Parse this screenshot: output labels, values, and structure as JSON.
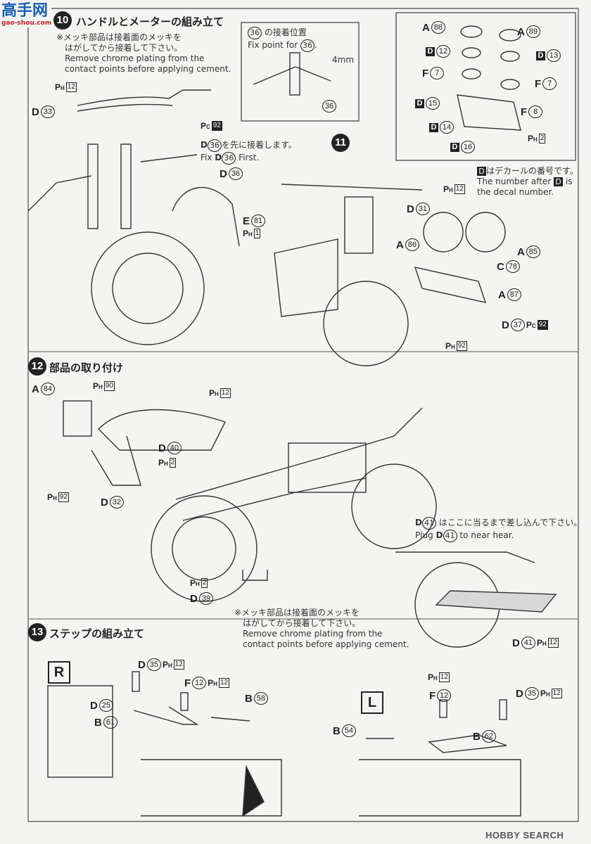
{
  "watermark": {
    "brand": "高手网",
    "url": "gao-shou.com"
  },
  "step10": {
    "title": "ハンドルとメーターの組み立て",
    "note_jp_1": "※メッキ部品は接着面のメッキを",
    "note_jp_2": "はがしてから接着して下さい。",
    "note_en_1": "Remove chrome plating from the",
    "note_en_2": "contact points before applying cement.",
    "inset_title": "の接着位置",
    "inset_num": "36",
    "inset_en": "Fix point for",
    "inset_dim": "4mm",
    "inset_part": "36",
    "fix_jp": "を先に接着します。",
    "fix_en_pre": "Fix",
    "fix_en_post": "First.",
    "fix_part": "D",
    "fix_num": "36"
  },
  "step11": {
    "number": "11",
    "decal_note_jp": "はデカールの番号です。",
    "decal_note_en_1": "The number after",
    "decal_note_en_2": "is",
    "decal_note_en_3": "the decal number.",
    "decal_letter": "D"
  },
  "step12": {
    "number": "12",
    "title": "部品の取り付け",
    "plug_jp": "はここに当るまで差し込んで下さい。",
    "plug_en_pre": "Plug",
    "plug_en_post": "to near hear.",
    "plug_part": "D",
    "plug_num": "41",
    "note_jp_1": "※メッキ部品は接着面のメッキを",
    "note_jp_2": "はがしてから接着して下さい。",
    "note_en_1": "Remove chrome plating from the",
    "note_en_2": "contact points before applying cement."
  },
  "step13": {
    "number": "13",
    "title": "ステップの組み立て",
    "right_label": "R",
    "left_label": "L"
  },
  "labels": [
    {
      "ph": "H",
      "box": "12"
    },
    {
      "part": "D",
      "num": "33"
    },
    {
      "ph": "C",
      "box": "92",
      "dark": true
    },
    {
      "part": "D",
      "num": "36"
    },
    {
      "part": "E",
      "num": "81"
    },
    {
      "ph": "H",
      "box": "1"
    },
    {
      "part": "A",
      "num": "88"
    },
    {
      "part": "A",
      "num": "89"
    },
    {
      "part": "D",
      "num": "12",
      "decal": true
    },
    {
      "part": "D",
      "num": "13",
      "decal": true
    },
    {
      "part": "F",
      "num": "7"
    },
    {
      "part": "F",
      "num": "7"
    },
    {
      "part": "D",
      "num": "15",
      "decal": true
    },
    {
      "part": "F",
      "num": "8"
    },
    {
      "part": "D",
      "num": "14",
      "decal": true
    },
    {
      "ph": "H",
      "box": "2"
    },
    {
      "part": "D",
      "num": "16",
      "decal": true
    },
    {
      "ph": "H",
      "box": "12"
    },
    {
      "part": "D",
      "num": "31"
    },
    {
      "part": "A",
      "num": "86"
    },
    {
      "part": "A",
      "num": "85"
    },
    {
      "part": "C",
      "num": "78"
    },
    {
      "part": "A",
      "num": "87"
    },
    {
      "part": "D",
      "num": "37",
      "ph": "C",
      "box": "92",
      "dark": true
    },
    {
      "ph": "H",
      "box": "92"
    },
    {
      "part": "A",
      "num": "84"
    },
    {
      "ph": "H",
      "box": "90"
    },
    {
      "ph": "H",
      "box": "12"
    },
    {
      "part": "D",
      "num": "40"
    },
    {
      "ph": "H",
      "box": "2"
    },
    {
      "ph": "H",
      "box": "92"
    },
    {
      "part": "D",
      "num": "32"
    },
    {
      "ph": "H",
      "box": "2"
    },
    {
      "part": "D",
      "num": "39"
    },
    {
      "part": "D",
      "num": "41",
      "ph": "H",
      "box": "12"
    },
    {
      "part": "D",
      "num": "35",
      "ph": "H",
      "box": "12"
    },
    {
      "part": "F",
      "num": "12",
      "ph": "H",
      "box": "12"
    },
    {
      "part": "B",
      "num": "58"
    },
    {
      "part": "D",
      "num": "25"
    },
    {
      "part": "B",
      "num": "61"
    },
    {
      "ph": "H",
      "box": "12"
    },
    {
      "part": "F",
      "num": "12"
    },
    {
      "part": "D",
      "num": "35",
      "ph": "H",
      "box": "12"
    },
    {
      "part": "B",
      "num": "62"
    },
    {
      "part": "B",
      "num": "54"
    }
  ],
  "footer": {
    "logo": "HOBBY SEARCH"
  }
}
